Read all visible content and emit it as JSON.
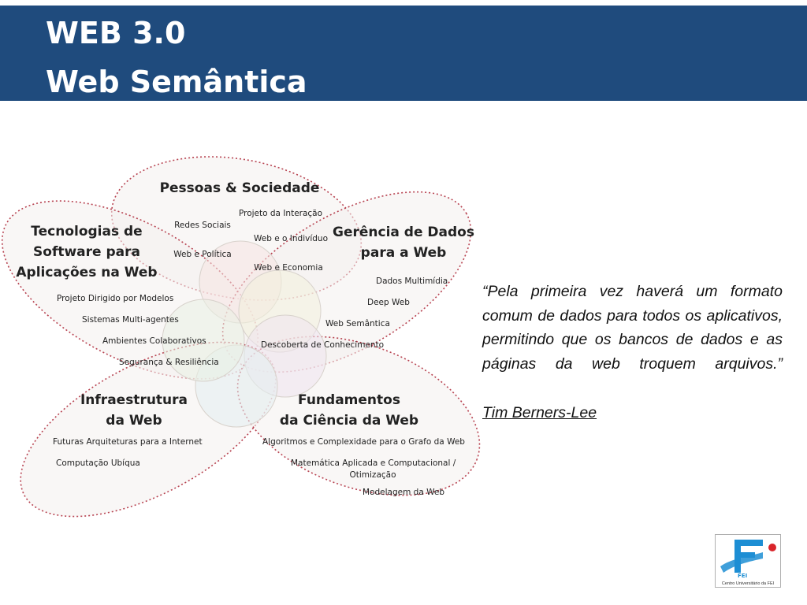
{
  "header": {
    "title_line1": "WEB 3.0",
    "title_line2": "Web Semântica",
    "background_color": "#1f4b7d"
  },
  "diagram": {
    "categories": {
      "pessoas": "Pessoas & Sociedade",
      "tecnologias": [
        "Tecnologias de",
        "Software para",
        "Aplicações na Web"
      ],
      "gerencia": [
        "Gerência de Dados",
        "para a Web"
      ],
      "infraestrutura": [
        "Infraestrutura",
        "da Web"
      ],
      "fundamentos": [
        "Fundamentos",
        "da Ciência da Web"
      ]
    },
    "items": {
      "pessoas": [
        "Projeto da Interação",
        "Redes Sociais",
        "Web e o Indivíduo",
        "Web e Política",
        "Web e Economia"
      ],
      "tecnologias": [
        "Projeto Dirigido por Modelos",
        "Sistemas Multi-agentes",
        "Ambientes Colaborativos",
        "Segurança & Resiliência"
      ],
      "gerencia": [
        "Dados Multimídia",
        "Deep Web",
        "Web Semântica",
        "Descoberta de Conhecimento"
      ],
      "infraestrutura": [
        "Futuras Arquiteturas para a Internet",
        "Computação Ubíqua"
      ],
      "fundamentos": [
        "Algoritmos e Complexidade para o Grafo da Web",
        "Matemática Aplicada e Computacional /",
        "Otimização",
        "Modelagem da Web"
      ]
    }
  },
  "quote": {
    "text": "“Pela primeira vez haverá um formato comum de dados para todos os aplicativos, permitindo que os bancos de dados e as páginas da web troquem arquivos.”",
    "author": "Tim Berners-Lee"
  },
  "logo": {
    "caption": "Centro Universitário da FEI",
    "mark_text": "FEI",
    "primary_color": "#1d8ed4",
    "accent_color": "#d9242a"
  }
}
